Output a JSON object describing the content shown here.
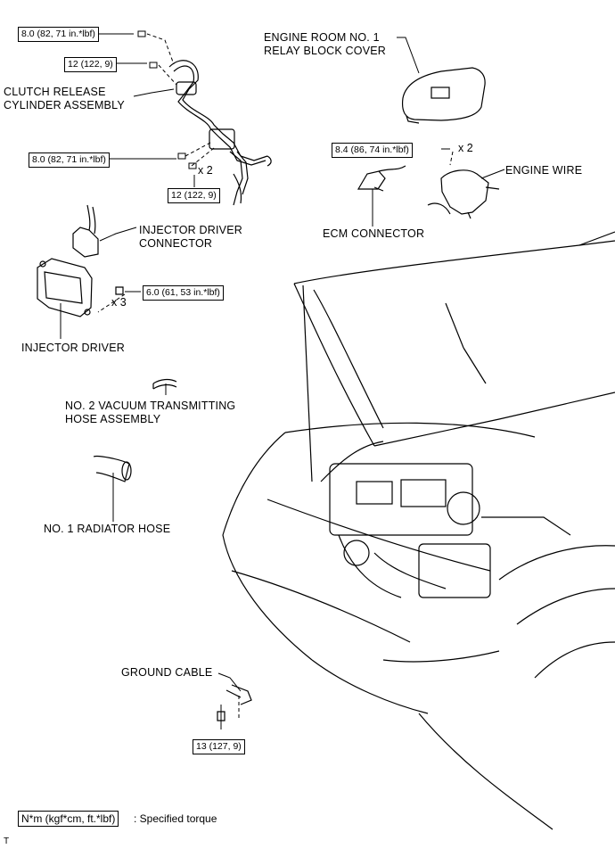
{
  "labels": {
    "relay_cover": "ENGINE ROOM NO. 1\nRELAY BLOCK COVER",
    "clutch": "CLUTCH RELEASE\nCYLINDER ASSEMBLY",
    "engine_wire": "ENGINE WIRE",
    "ecm_connector": "ECM CONNECTOR",
    "injector_connector": "INJECTOR DRIVER\nCONNECTOR",
    "injector_driver": "INJECTOR DRIVER",
    "vacuum_hose": "NO. 2 VACUUM TRANSMITTING\nHOSE ASSEMBLY",
    "radiator_hose": "NO. 1 RADIATOR HOSE",
    "ground_cable": "GROUND CABLE"
  },
  "torques": {
    "t1": "8.0 (82, 71 in.*lbf)",
    "t2": "12 (122, 9)",
    "t3": "8.0 (82, 71 in.*lbf)",
    "t4": "12 (122, 9)",
    "t5": "6.0 (61, 53 in.*lbf)",
    "t6": "8.4 (86, 74 in.*lbf)",
    "t7": "13 (127, 9)"
  },
  "multipliers": {
    "m1": "x 2",
    "m2": "x 3",
    "m3": "x 2"
  },
  "legend": {
    "unit_box": "N*m (kgf*cm, ft.*lbf)",
    "description": ": Specified torque"
  },
  "corner_mark": "T"
}
